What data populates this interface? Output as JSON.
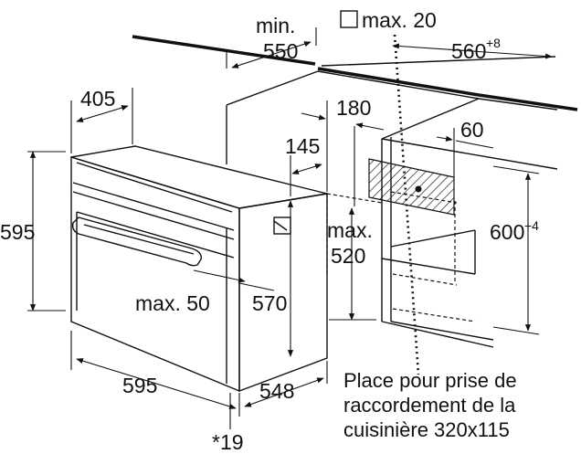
{
  "labels": {
    "min": "min.",
    "v550": "550",
    "max_prefix": "max. 20",
    "v560": "560",
    "v560_sup": "+8",
    "v405": "405",
    "v180": "180",
    "v60": "60",
    "v145": "145",
    "v595_left": "595",
    "max_a": "max.",
    "v520": "520",
    "v600": "600",
    "v600_sup": "+4",
    "max50": "max. 50",
    "v570": "570",
    "v595_bottom": "595",
    "v548": "548",
    "v19": "*19"
  },
  "note": {
    "line1": "Place pour prise de",
    "line2": "raccordement de la",
    "line3": "cuisinière 320x115"
  }
}
